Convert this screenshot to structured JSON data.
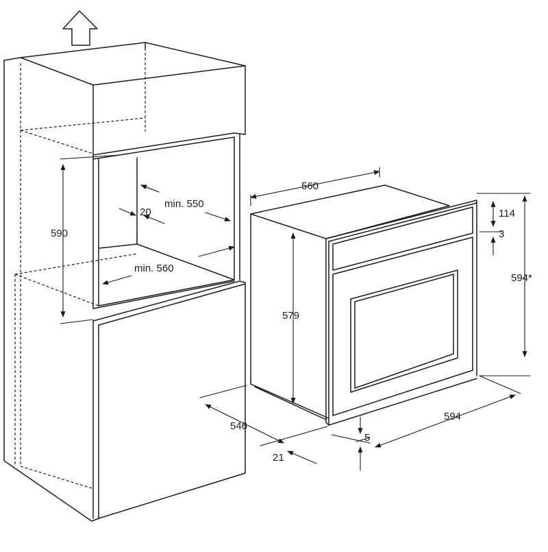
{
  "diagram": {
    "cabinet": {
      "height_label": "590",
      "depth_label": "min. 550",
      "width_label": "min. 560",
      "gap_label": "20"
    },
    "oven": {
      "width_top_label": "560",
      "height_body_label": "579",
      "depth_label": "546",
      "front_width_label": "594",
      "front_height_label": "594*",
      "panel_height_label": "114",
      "panel_gap_label": "3",
      "bottom_offset_label": "5",
      "front_thickness_label": "21"
    },
    "icons": [
      "up-arrow-icon"
    ],
    "line_color": "#1a1a1a",
    "background_color": "#ffffff"
  }
}
